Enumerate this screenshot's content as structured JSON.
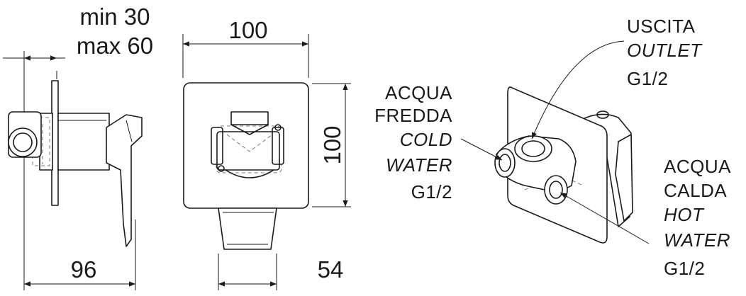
{
  "dimensions": {
    "depth_min": "min 30",
    "depth_max": "max 60",
    "plate_width": "100",
    "plate_height": "100",
    "total_depth": "96",
    "handle_width": "54"
  },
  "connections": {
    "outlet": {
      "it": "USCITA",
      "en": "OUTLET",
      "size": "G1/2"
    },
    "cold": {
      "it1": "ACQUA",
      "it2": "FREDDA",
      "en1": "COLD",
      "en2": "WATER",
      "size": "G1/2"
    },
    "hot": {
      "it1": "ACQUA",
      "it2": "CALDA",
      "en1": "HOT",
      "en2": "WATER",
      "size": "G1/2"
    }
  }
}
